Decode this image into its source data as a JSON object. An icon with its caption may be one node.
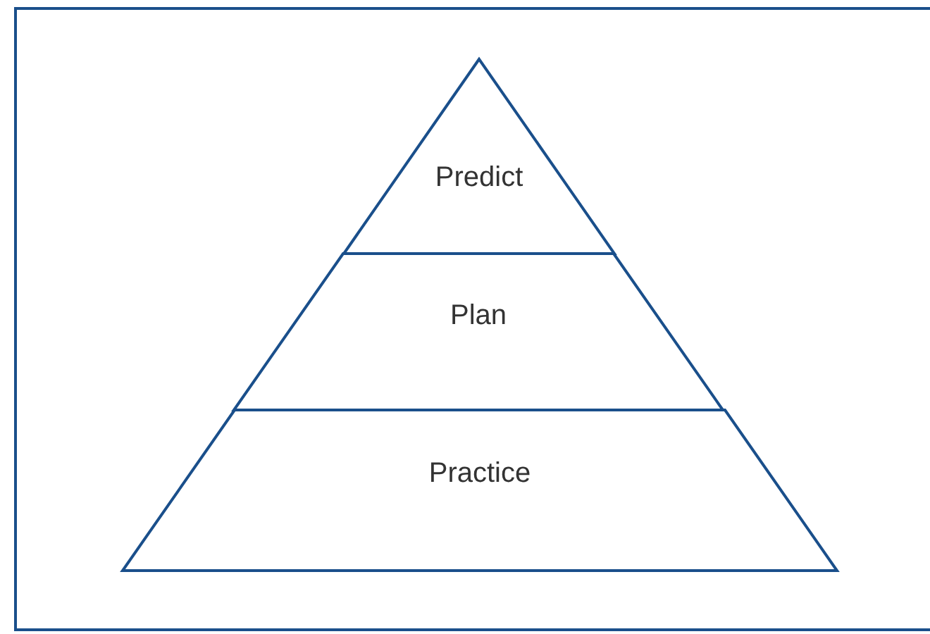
{
  "diagram": {
    "nodes": [
      {
        "text": [
          "Predict"
        ]
      },
      {
        "text": [
          "Plan"
        ]
      },
      {
        "text": [
          "Practice"
        ]
      }
    ]
  }
}
